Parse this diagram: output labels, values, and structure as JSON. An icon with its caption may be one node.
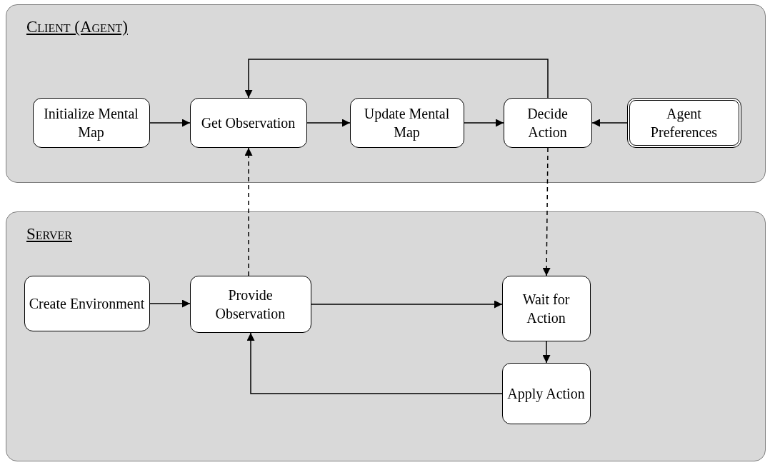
{
  "diagram": {
    "nodes": [
      {
        "text": [
          "Client (Agent)"
        ]
      },
      {
        "text": [
          "Initialize Mental Map"
        ],
        "in": 0
      },
      {
        "text": [
          "Get Observation"
        ],
        "in": 0
      },
      {
        "text": [
          "Update Mental Map"
        ],
        "in": 0
      },
      {
        "text": [
          "Decide Action"
        ],
        "in": 0
      },
      {
        "text": [
          "Agent Preferences"
        ],
        "in": 0
      },
      {
        "text": [
          "Server"
        ]
      },
      {
        "text": [
          "Create Environment"
        ],
        "in": 6
      },
      {
        "text": [
          "Provide Observation"
        ],
        "in": 6
      },
      {
        "text": [
          "Wait for Action"
        ],
        "in": 6
      },
      {
        "text": [
          "Apply Action"
        ],
        "in": 6
      }
    ],
    "edges": [
      {
        "from": 1,
        "to": 2,
        "arrow": "to"
      },
      {
        "from": 2,
        "to": 3,
        "arrow": "to"
      },
      {
        "from": 3,
        "to": 4,
        "arrow": "to"
      },
      {
        "from": 5,
        "to": 4,
        "arrow": "to"
      },
      {
        "from": 4,
        "to": 2,
        "arrow": "to"
      },
      {
        "from": 8,
        "to": 2,
        "arrow": "to",
        "style": "dashed"
      },
      {
        "from": 4,
        "to": 9,
        "arrow": "to",
        "style": "dashed"
      },
      {
        "from": 7,
        "to": 8,
        "arrow": "to"
      },
      {
        "from": 8,
        "to": 9,
        "arrow": "to"
      },
      {
        "from": 9,
        "to": 10,
        "arrow": "to"
      },
      {
        "from": 10,
        "to": 8,
        "arrow": "to"
      }
    ]
  }
}
